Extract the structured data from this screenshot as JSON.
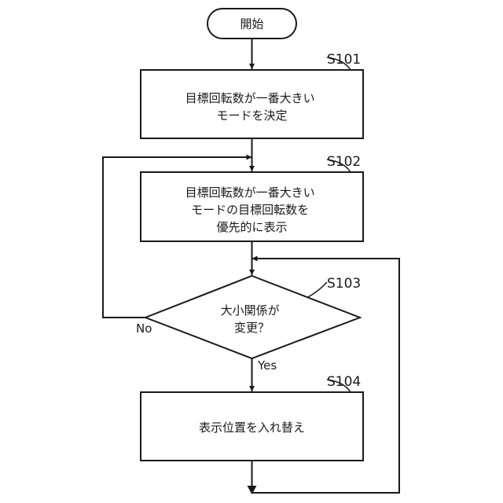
{
  "start": {
    "label": "開始"
  },
  "steps": [
    {
      "id": "S101",
      "lines": [
        "目標回転数が一番大きい",
        "モードを決定"
      ]
    },
    {
      "id": "S102",
      "lines": [
        "目標回転数が一番大きい",
        "モードの目標回転数を",
        "優先的に表示"
      ]
    },
    {
      "id": "S103",
      "lines": [
        "大小関係が",
        "変更？"
      ]
    },
    {
      "id": "S104",
      "lines": [
        "表示位置を入れ替え"
      ]
    }
  ],
  "branches": {
    "no": "No",
    "yes": "Yes"
  }
}
